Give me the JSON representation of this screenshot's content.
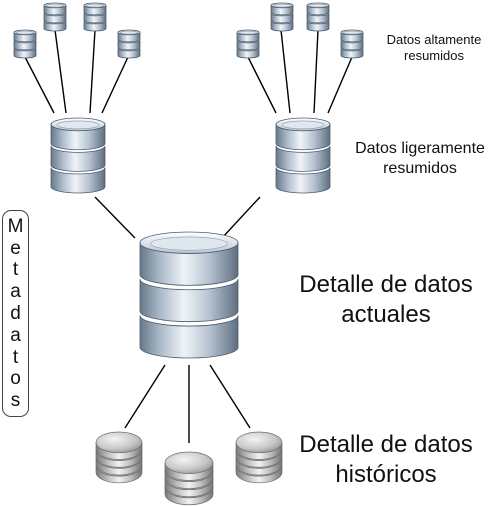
{
  "labels": {
    "highly_summarized": [
      "Datos altamente",
      "resumidos"
    ],
    "lightly_summarized": [
      "Datos ligeramente",
      "resumidos"
    ],
    "current_detail": [
      "Detalle de datos",
      "actuales"
    ],
    "historical_detail": [
      "Detalle de datos",
      "históricos"
    ]
  },
  "metadata_text": "Metadatos",
  "colors": {
    "cylinder_light": "#eef3f8",
    "cylinder_mid": "#a9b8c7",
    "cylinder_dark": "#5e6f80",
    "disk_light": "#f2f2f2",
    "disk_dark": "#7a7a7a",
    "line": "#000000"
  }
}
